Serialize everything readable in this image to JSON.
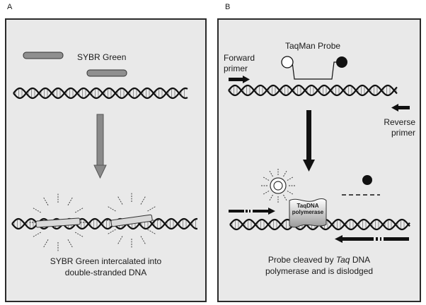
{
  "panels": {
    "a": {
      "letter": "A",
      "dye_label": "SYBR Green",
      "caption_line1": "SYBR Green intercalated into",
      "caption_line2": "double-stranded DNA"
    },
    "b": {
      "letter": "B",
      "probe_label": "TaqMan Probe",
      "forward_line1": "Forward",
      "forward_line2": "primer",
      "reverse_line1": "Reverse",
      "reverse_line2": "primer",
      "polymerase_line1": "TaqDNA",
      "polymerase_line2": "polymerase",
      "caption_line1_pre": "Probe cleaved by ",
      "caption_line1_em": "Taq",
      "caption_line1_post": " DNA",
      "caption_line2": "polymerase and is dislodged"
    }
  },
  "colors": {
    "panel_bg": "#e9e9e9",
    "border": "#2a2a2a",
    "dna_strand": "#111111",
    "sybr_bar": "#8f8f8f",
    "arrow_gray": "#8a8a8a",
    "arrow_black": "#111111"
  }
}
